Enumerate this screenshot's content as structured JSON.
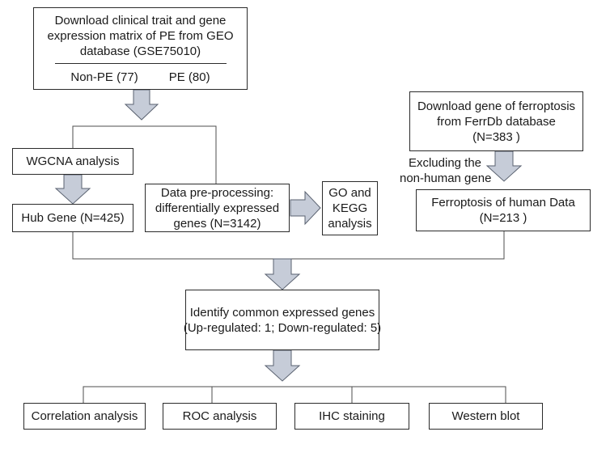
{
  "geo_box": {
    "lines": [
      "Download clinical trait and gene",
      "expression matrix of PE from GEO",
      "database (GSE75010)"
    ],
    "groups": [
      "Non-PE (77)",
      "PE (80)"
    ]
  },
  "ferrdb_box": {
    "lines": [
      "Download gene of ferroptosis",
      "from FerrDb database",
      "(N=383 )"
    ]
  },
  "exclude_note": {
    "lines": [
      "Excluding the",
      "non-human gene"
    ]
  },
  "wgcna_box": {
    "label": "WGCNA analysis"
  },
  "hub_gene_box": {
    "label": "Hub Gene (N=425)"
  },
  "preprocess_box": {
    "lines": [
      "Data pre-processing:",
      "differentially expressed",
      "genes (N=3142)"
    ]
  },
  "go_kegg_box": {
    "lines": [
      "GO and",
      "KEGG",
      "analysis"
    ]
  },
  "human_box": {
    "lines": [
      "Ferroptosis of human Data",
      "(N=213 )"
    ]
  },
  "common_box": {
    "lines": [
      "Identify common expressed genes",
      "(Up-regulated: 1; Down-regulated: 5)"
    ]
  },
  "bottom_row": [
    "Correlation analysis",
    "ROC analysis",
    "IHC staining",
    "Western blot"
  ],
  "colors": {
    "arrow_fill": "#c6ccd8",
    "arrow_stroke": "#5a6270",
    "line": "#4d4d4d",
    "box_border": "#2b2b2b"
  }
}
